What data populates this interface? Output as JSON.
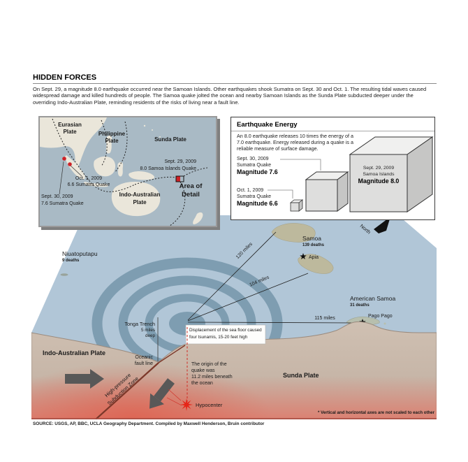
{
  "header": {
    "title": "HIDDEN FORCES",
    "intro": "On Sept. 29, a magnitude 8.0 earthquake occurred near the Samoan Islands. Other earthquakes shook Sumatra on Sept. 30 and Oct. 1. The resulting tidal waves caused widespread damage and killed hundreds of people. The Samoa quake jolted the ocean and nearby Samoan Islands as the Sunda Plate subducted deeper under the overriding Indo-Australian Plate, reminding residents of the risks of living near a fault line."
  },
  "map": {
    "eurasian": [
      "Eurasian",
      "Plate"
    ],
    "philippine": [
      "Philippine",
      "Plate"
    ],
    "sunda": "Sunda Plate",
    "indo_australian": [
      "Indo-Australian",
      "Plate"
    ],
    "samoa_quake": [
      "Sept. 29, 2009",
      "8.0 Samoa Islands Quake"
    ],
    "oct1_quake": [
      "Oct. 1, 2009",
      "6.6 Sumatra Quake"
    ],
    "sept30_quake": [
      "Sept. 30, 2009",
      "7.6 Sumatra Quake"
    ],
    "area_of_detail": [
      "Area of",
      "Detail"
    ]
  },
  "energy": {
    "title": "Earthquake Energy",
    "body": "An 8.0 earthquake releases 10 times the energy of a 7.0 earthquake. Energy released during a quake is a reliable measure of surface damage.",
    "quake76": [
      "Sept. 30, 2009",
      "Sumatra Quake",
      "Magnitude 7.6"
    ],
    "quake66": [
      "Oct. 1, 2009",
      "Sumatra Quake",
      "Magnitude 6.6"
    ],
    "quake80": [
      "Sept. 29, 2009",
      "Samoa Islands",
      "Magnitude 8.0"
    ]
  },
  "diagram": {
    "north": "North",
    "niuatoputapu": {
      "name": "Niuatoputapu",
      "deaths": "9 deaths"
    },
    "samoa": {
      "name": "Samoa",
      "deaths": "139 deaths",
      "capital": "Apia"
    },
    "american_samoa": {
      "name": "American Samoa",
      "deaths": "31 deaths",
      "capital": "Pago Pago"
    },
    "distances": [
      "120 miles",
      "104 miles",
      "115 miles"
    ],
    "tonga_trench": [
      "Tonga Trench",
      "5 miles",
      "deep"
    ],
    "displacement": [
      "Displacement of the sea floor caused",
      "four tsunamis, 15-20 feet high"
    ],
    "origin": [
      "The origin of the",
      "quake was",
      "11.2 miles beneath",
      "the ocean"
    ],
    "oceanic_fault": [
      "Oceanic",
      "fault line"
    ],
    "subduction": [
      "High-pressure",
      "Subduction Zone"
    ],
    "indo_australian_plate": "Indo-Australian Plate",
    "sunda_plate": "Sunda Plate",
    "hypocenter": "Hypocenter",
    "footnote": "* Vertical and horizontal axes are not scaled to each other"
  },
  "footer": {
    "source": "SOURCE: USGS, AP, BBC, UCLA Geography Department. Compiled by Maxwell Henderson, Bruin contributor"
  },
  "colors": {
    "ocean_inset": "#a9bac5",
    "ocean_main": "#b1c6d7",
    "ripple": "#7e9db1",
    "land": "#eae6da",
    "island": "#bdb99d",
    "plate": "#c9b9ab",
    "heat": "#e0796a",
    "accent_red": "#ce2127",
    "arrow": "#585858"
  }
}
